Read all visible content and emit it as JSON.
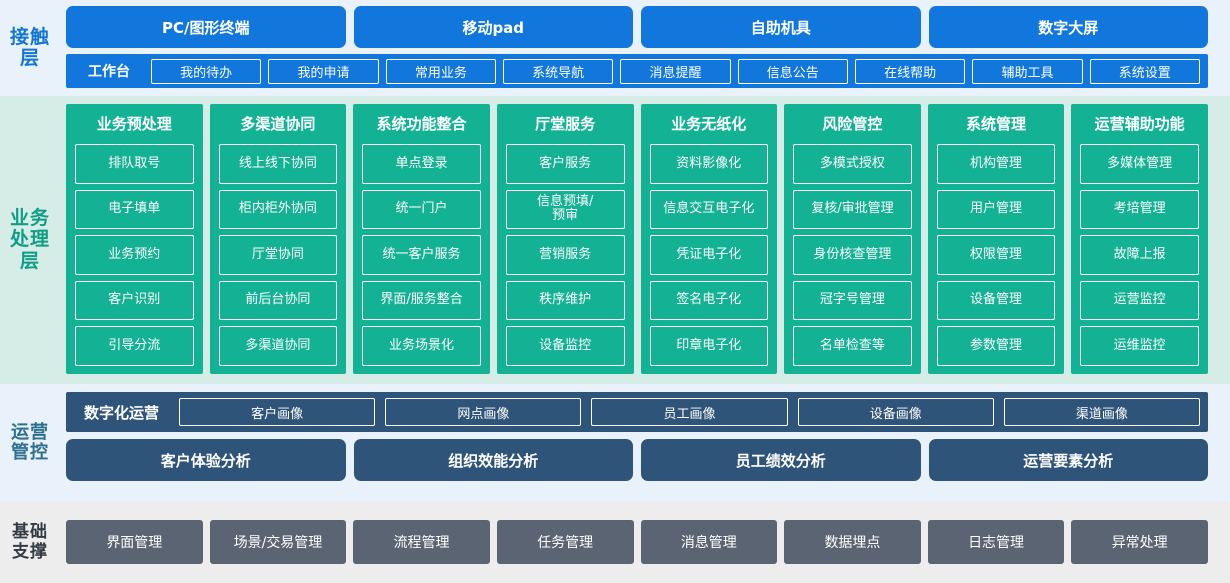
{
  "layers": {
    "touch": {
      "label_lines": [
        "接触",
        "层"
      ],
      "terminals": [
        "PC/图形终端",
        "移动pad",
        "自助机具",
        "数字大屏"
      ],
      "workbench_label": "工作台",
      "workbench_items": [
        "我的待办",
        "我的申请",
        "常用业务",
        "系统导航",
        "消息提醒",
        "信息公告",
        "在线帮助",
        "辅助工具",
        "系统设置"
      ],
      "colors": {
        "background": "#e9f2fb",
        "chip": "#1277dd",
        "label": "#1275d4"
      }
    },
    "business": {
      "label_lines": [
        "业务",
        "处理",
        "层"
      ],
      "colors": {
        "background": "#d6ece6",
        "column": "#14b294",
        "label": "#0e9e86"
      },
      "columns": [
        {
          "title": "业务预处理",
          "items": [
            "排队取号",
            "电子填单",
            "业务预约",
            "客户识别",
            "引导分流"
          ]
        },
        {
          "title": "多渠道协同",
          "items": [
            "线上线下协同",
            "柜内柜外协同",
            "厅堂协同",
            "前后台协同",
            "多渠道协同"
          ]
        },
        {
          "title": "系统功能整合",
          "items": [
            "单点登录",
            "统一门户",
            "统一客户服务",
            "界面/服务整合",
            "业务场景化"
          ]
        },
        {
          "title": "厅堂服务",
          "items": [
            "客户服务",
            "信息预填/\n预审",
            "营销服务",
            "秩序维护",
            "设备监控"
          ]
        },
        {
          "title": "业务无纸化",
          "items": [
            "资料影像化",
            "信息交互电子化",
            "凭证电子化",
            "签名电子化",
            "印章电子化"
          ]
        },
        {
          "title": "风险管控",
          "items": [
            "多模式授权",
            "复核/审批管理",
            "身份核查管理",
            "冠字号管理",
            "名单检查等"
          ]
        },
        {
          "title": "系统管理",
          "items": [
            "机构管理",
            "用户管理",
            "权限管理",
            "设备管理",
            "参数管理"
          ]
        },
        {
          "title": "运营辅助功能",
          "items": [
            "多媒体管理",
            "考培管理",
            "故障上报",
            "运营监控",
            "运维监控"
          ]
        }
      ]
    },
    "operations": {
      "label_lines": [
        "运营",
        "管控"
      ],
      "digital_ops_label": "数字化运营",
      "portraits": [
        "客户画像",
        "网点画像",
        "员工画像",
        "设备画像",
        "渠道画像"
      ],
      "analyses": [
        "客户体验分析",
        "组织效能分析",
        "员工绩效分析",
        "运营要素分析"
      ],
      "colors": {
        "background": "#e9f2fb",
        "chip": "#2f5479",
        "label": "#2d6f8f"
      }
    },
    "foundation": {
      "label_lines": [
        "基础",
        "支撑"
      ],
      "items": [
        "界面管理",
        "场景/交易管理",
        "流程管理",
        "任务管理",
        "消息管理",
        "数据埋点",
        "日志管理",
        "异常处理"
      ],
      "colors": {
        "background": "#ededee",
        "chip": "#5a6472",
        "label": "#333b45"
      }
    }
  }
}
